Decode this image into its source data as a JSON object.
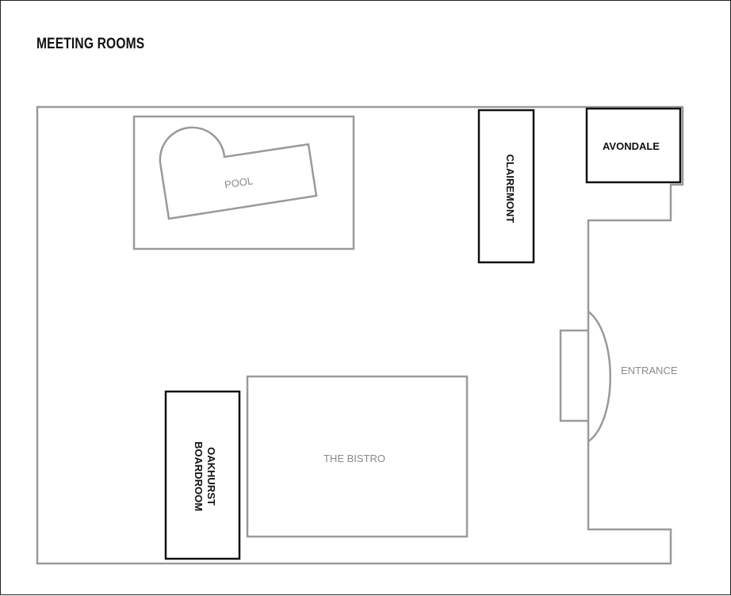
{
  "title": "MEETING ROOMS",
  "rooms": {
    "pool": "POOL",
    "clairemont": "CLAIREMONT",
    "avondale": "AVONDALE",
    "entrance": "ENTRANCE",
    "bistro": "THE BISTRO",
    "oakhurst_line1": "OAKHURST",
    "oakhurst_line2": "BOARDROOM"
  },
  "colors": {
    "wall": "#9a9a9a",
    "meeting_room_outline": "#111111",
    "label_grey": "#8a8a8a"
  }
}
